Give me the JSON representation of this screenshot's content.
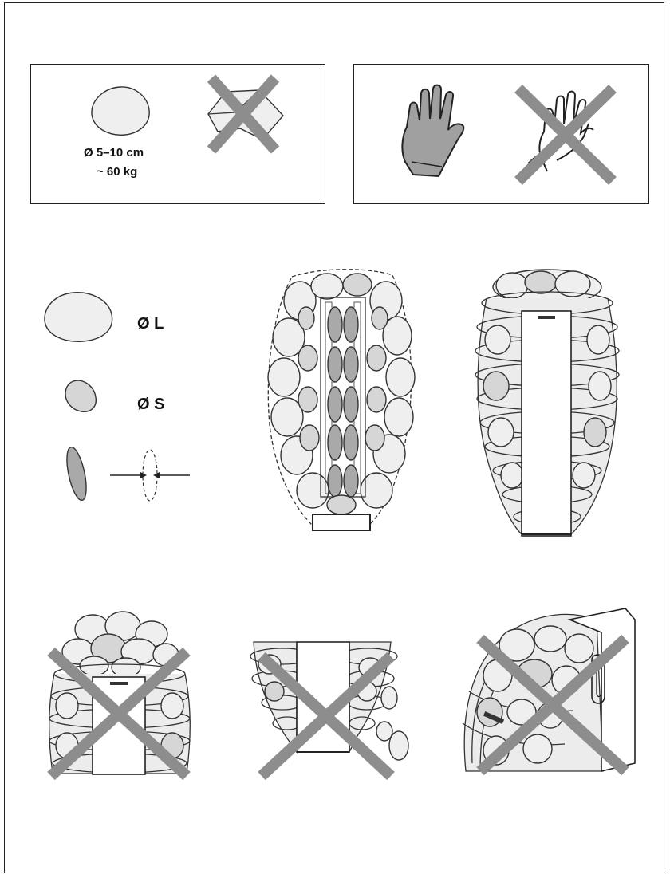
{
  "stones_panel": {
    "size_label": "Ø 5–10 cm",
    "weight_label": "~ 60 kg",
    "good_icon": "rounded-stone-icon",
    "bad_icon": "angular-stone-icon"
  },
  "gloves_panel": {
    "good_icon": "gloved-hand-icon",
    "bad_icon": "bare-hand-icon"
  },
  "legend": {
    "large_label": "Ø L",
    "small_label": "Ø S",
    "flat_icon": "flat-stone-icon"
  },
  "figures": {
    "correct_section_icon": "heater-cross-section-icon",
    "correct_stacked_icon": "heater-stacked-icon",
    "wrong_overfilled_icon": "overfilled-heater-icon",
    "wrong_spilled_icon": "spilling-stones-icon",
    "wrong_blocked_icon": "blocked-element-icon"
  },
  "colors": {
    "cross": "#8d8d8d",
    "stone_large": "#efefef",
    "stone_medium": "#d6d6d6",
    "stone_small": "#a9a9a9",
    "line": "#333333"
  }
}
